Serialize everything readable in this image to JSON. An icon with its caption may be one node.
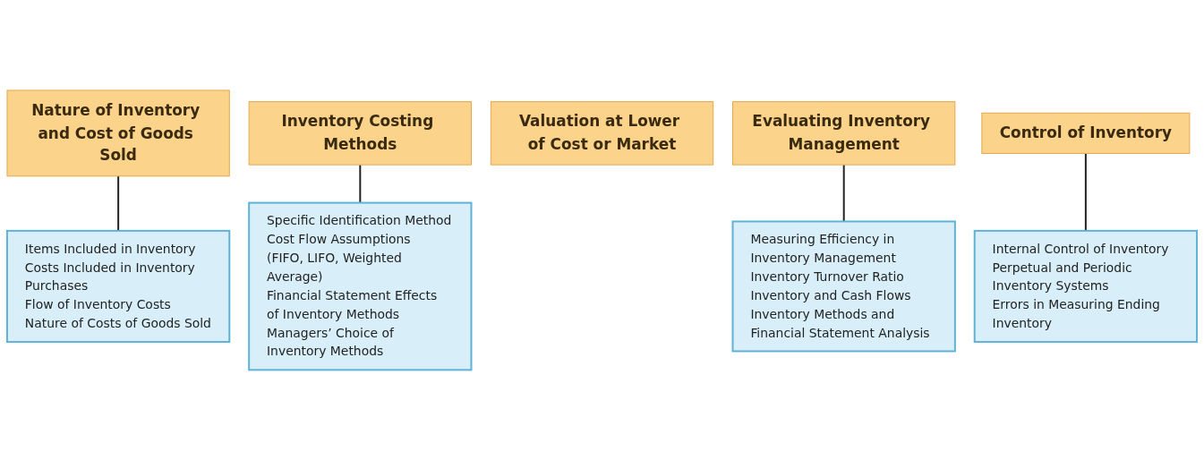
{
  "diagram": {
    "nodes": [
      {
        "text": [
          "Nature of Inventory and Cost of Goods Sold"
        ]
      },
      {
        "text": [
          "Items Included in Inventory",
          "Costs Included in Inventory Purchases",
          "Flow of Inventory Costs",
          "Nature of Costs of Goods Sold"
        ]
      },
      {
        "text": [
          "Inventory Costing Methods"
        ]
      },
      {
        "text": [
          "Specific Identification Method",
          "Cost Flow Assumptions (FIFO, LIFO, Weighted Average)",
          "Financial Statement Effects of Inventory Methods",
          "Managers’ Choice of Inventory Methods"
        ]
      },
      {
        "text": [
          "Valuation at Lower of Cost or Market"
        ]
      },
      {
        "text": [
          "Evaluating Inventory Management"
        ]
      },
      {
        "text": [
          "Measuring Efficiency in Inventory Management",
          "Inventory Turnover Ratio",
          "Inventory and Cash Flows",
          "Inventory Methods and Financial Statement Analysis"
        ]
      },
      {
        "text": [
          "Control of Inventory"
        ]
      },
      {
        "text": [
          "Internal Control of Inventory",
          "Perpetual and Periodic Inventory Systems",
          "Errors in Measuring Ending Inventory"
        ]
      }
    ],
    "edges": [
      {
        "from": 0,
        "to": 1,
        "arrow": "none"
      },
      {
        "from": 2,
        "to": 3,
        "arrow": "none"
      },
      {
        "from": 5,
        "to": 6,
        "arrow": "none"
      },
      {
        "from": 7,
        "to": 8,
        "arrow": "none"
      }
    ]
  }
}
